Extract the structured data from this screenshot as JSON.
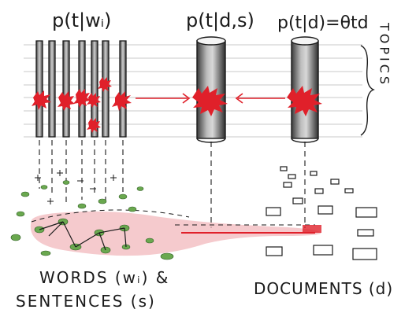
{
  "labels": {
    "word_given_topic": "p(t|wᵢ)",
    "sentence_topic": "p(t|d,s)",
    "document_topic": "p(t|d)=θtd",
    "topics": "TOPICS",
    "words_line1": "WORDS (wᵢ) &",
    "words_line2": "SENTENCES (s)",
    "documents": "DOCUMENTS (d)"
  },
  "colors": {
    "ink": "#1a1a1a",
    "highlight_red": "#e0202a",
    "word_green": "#6aa84f",
    "sentence_region": "#f2b8bc",
    "topic_line": "#c9c9c9"
  },
  "icons": {
    "word_marker": "green-ellipse",
    "document_marker": "rectangle",
    "topic_burst": "red-starburst"
  }
}
